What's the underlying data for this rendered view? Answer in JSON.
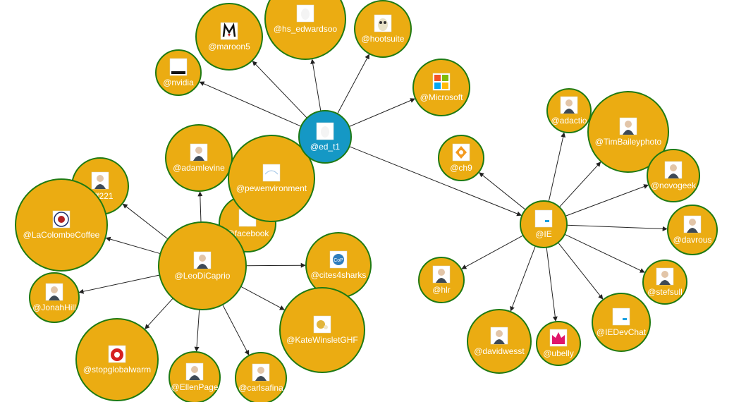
{
  "colors": {
    "node_fill": "#ebac12",
    "node_stroke": "#1f7a12",
    "center_fill": "#1598c5",
    "center_stroke": "#d42c2c",
    "edge": "#222222",
    "label": "#ffffff"
  },
  "nodes": [
    {
      "id": "ed_t1",
      "label": "@ed_t1",
      "icon": "egg-avatar",
      "center": true
    },
    {
      "id": "hs_edwardsoo",
      "label": "@hs_edwardsoo",
      "icon": "egg-avatar"
    },
    {
      "id": "maroon5",
      "label": "@maroon5",
      "icon": "maroon5-logo"
    },
    {
      "id": "hootsuite",
      "label": "@hootsuite",
      "icon": "owl-logo"
    },
    {
      "id": "nvidia",
      "label": "@nvidia",
      "icon": "nvidia-logo"
    },
    {
      "id": "Microsoft",
      "label": "@Microsoft",
      "icon": "windows-logo"
    },
    {
      "id": "LeoDiCaprio",
      "label": "@LeoDiCaprio",
      "icon": "person-photo"
    },
    {
      "id": "IE",
      "label": "@IE",
      "icon": "ie-logo"
    },
    {
      "id": "adamlevine",
      "label": "@adamlevine",
      "icon": "person-photo"
    },
    {
      "id": "pewenvironment",
      "label": "@pewenvironment",
      "icon": "pew-logo"
    },
    {
      "id": "facebook",
      "label": "@facebook",
      "icon": "facebook-logo"
    },
    {
      "id": "ruff221",
      "label": "ruff221",
      "icon": "person-photo"
    },
    {
      "id": "LaColombeCoffee",
      "label": "@LaColombeCoffee",
      "icon": "coffee-logo"
    },
    {
      "id": "JonahHill",
      "label": "@JonahHill",
      "icon": "person-photo"
    },
    {
      "id": "stopglobalwarm",
      "label": "@stopglobalwarm",
      "icon": "globe-logo"
    },
    {
      "id": "EllenPage",
      "label": "@EllenPage",
      "icon": "person-photo"
    },
    {
      "id": "carlsafina",
      "label": "@carlsafina",
      "icon": "person-photo"
    },
    {
      "id": "KateWinsletGHF",
      "label": "@KateWinsletGHF",
      "icon": "bird-logo"
    },
    {
      "id": "cites4sharks",
      "label": "@cites4sharks",
      "icon": "cop-logo"
    },
    {
      "id": "ch9",
      "label": "@ch9",
      "icon": "ch9-logo"
    },
    {
      "id": "adactio",
      "label": "@adactio",
      "icon": "person-photo"
    },
    {
      "id": "TimBaileyphoto",
      "label": "@TimBaileyphoto",
      "icon": "person-photo"
    },
    {
      "id": "novogeek",
      "label": "@novogeek",
      "icon": "person-photo"
    },
    {
      "id": "davrous",
      "label": "@davrous",
      "icon": "person-photo"
    },
    {
      "id": "stefsull",
      "label": "@stefsull",
      "icon": "person-photo"
    },
    {
      "id": "IEDevChat",
      "label": "@IEDevChat",
      "icon": "ie-dev-logo"
    },
    {
      "id": "ubelly",
      "label": "@ubelly",
      "icon": "ubelly-logo"
    },
    {
      "id": "davidwesst",
      "label": "@davidwesst",
      "icon": "person-photo"
    },
    {
      "id": "hlr",
      "label": "@hlr",
      "icon": "person-photo"
    }
  ],
  "edges": [
    [
      "ed_t1",
      "hs_edwardsoo"
    ],
    [
      "ed_t1",
      "maroon5"
    ],
    [
      "ed_t1",
      "hootsuite"
    ],
    [
      "ed_t1",
      "nvidia"
    ],
    [
      "ed_t1",
      "Microsoft"
    ],
    [
      "ed_t1",
      "IE"
    ],
    [
      "ed_t1",
      "pewenvironment"
    ],
    [
      "LeoDiCaprio",
      "adamlevine"
    ],
    [
      "LeoDiCaprio",
      "pewenvironment"
    ],
    [
      "LeoDiCaprio",
      "facebook"
    ],
    [
      "LeoDiCaprio",
      "ruff221"
    ],
    [
      "LeoDiCaprio",
      "LaColombeCoffee"
    ],
    [
      "LeoDiCaprio",
      "JonahHill"
    ],
    [
      "LeoDiCaprio",
      "stopglobalwarm"
    ],
    [
      "LeoDiCaprio",
      "EllenPage"
    ],
    [
      "LeoDiCaprio",
      "carlsafina"
    ],
    [
      "LeoDiCaprio",
      "KateWinsletGHF"
    ],
    [
      "LeoDiCaprio",
      "cites4sharks"
    ],
    [
      "IE",
      "ch9"
    ],
    [
      "IE",
      "adactio"
    ],
    [
      "IE",
      "TimBaileyphoto"
    ],
    [
      "IE",
      "novogeek"
    ],
    [
      "IE",
      "davrous"
    ],
    [
      "IE",
      "stefsull"
    ],
    [
      "IE",
      "IEDevChat"
    ],
    [
      "IE",
      "ubelly"
    ],
    [
      "IE",
      "davidwesst"
    ],
    [
      "IE",
      "hlr"
    ]
  ]
}
